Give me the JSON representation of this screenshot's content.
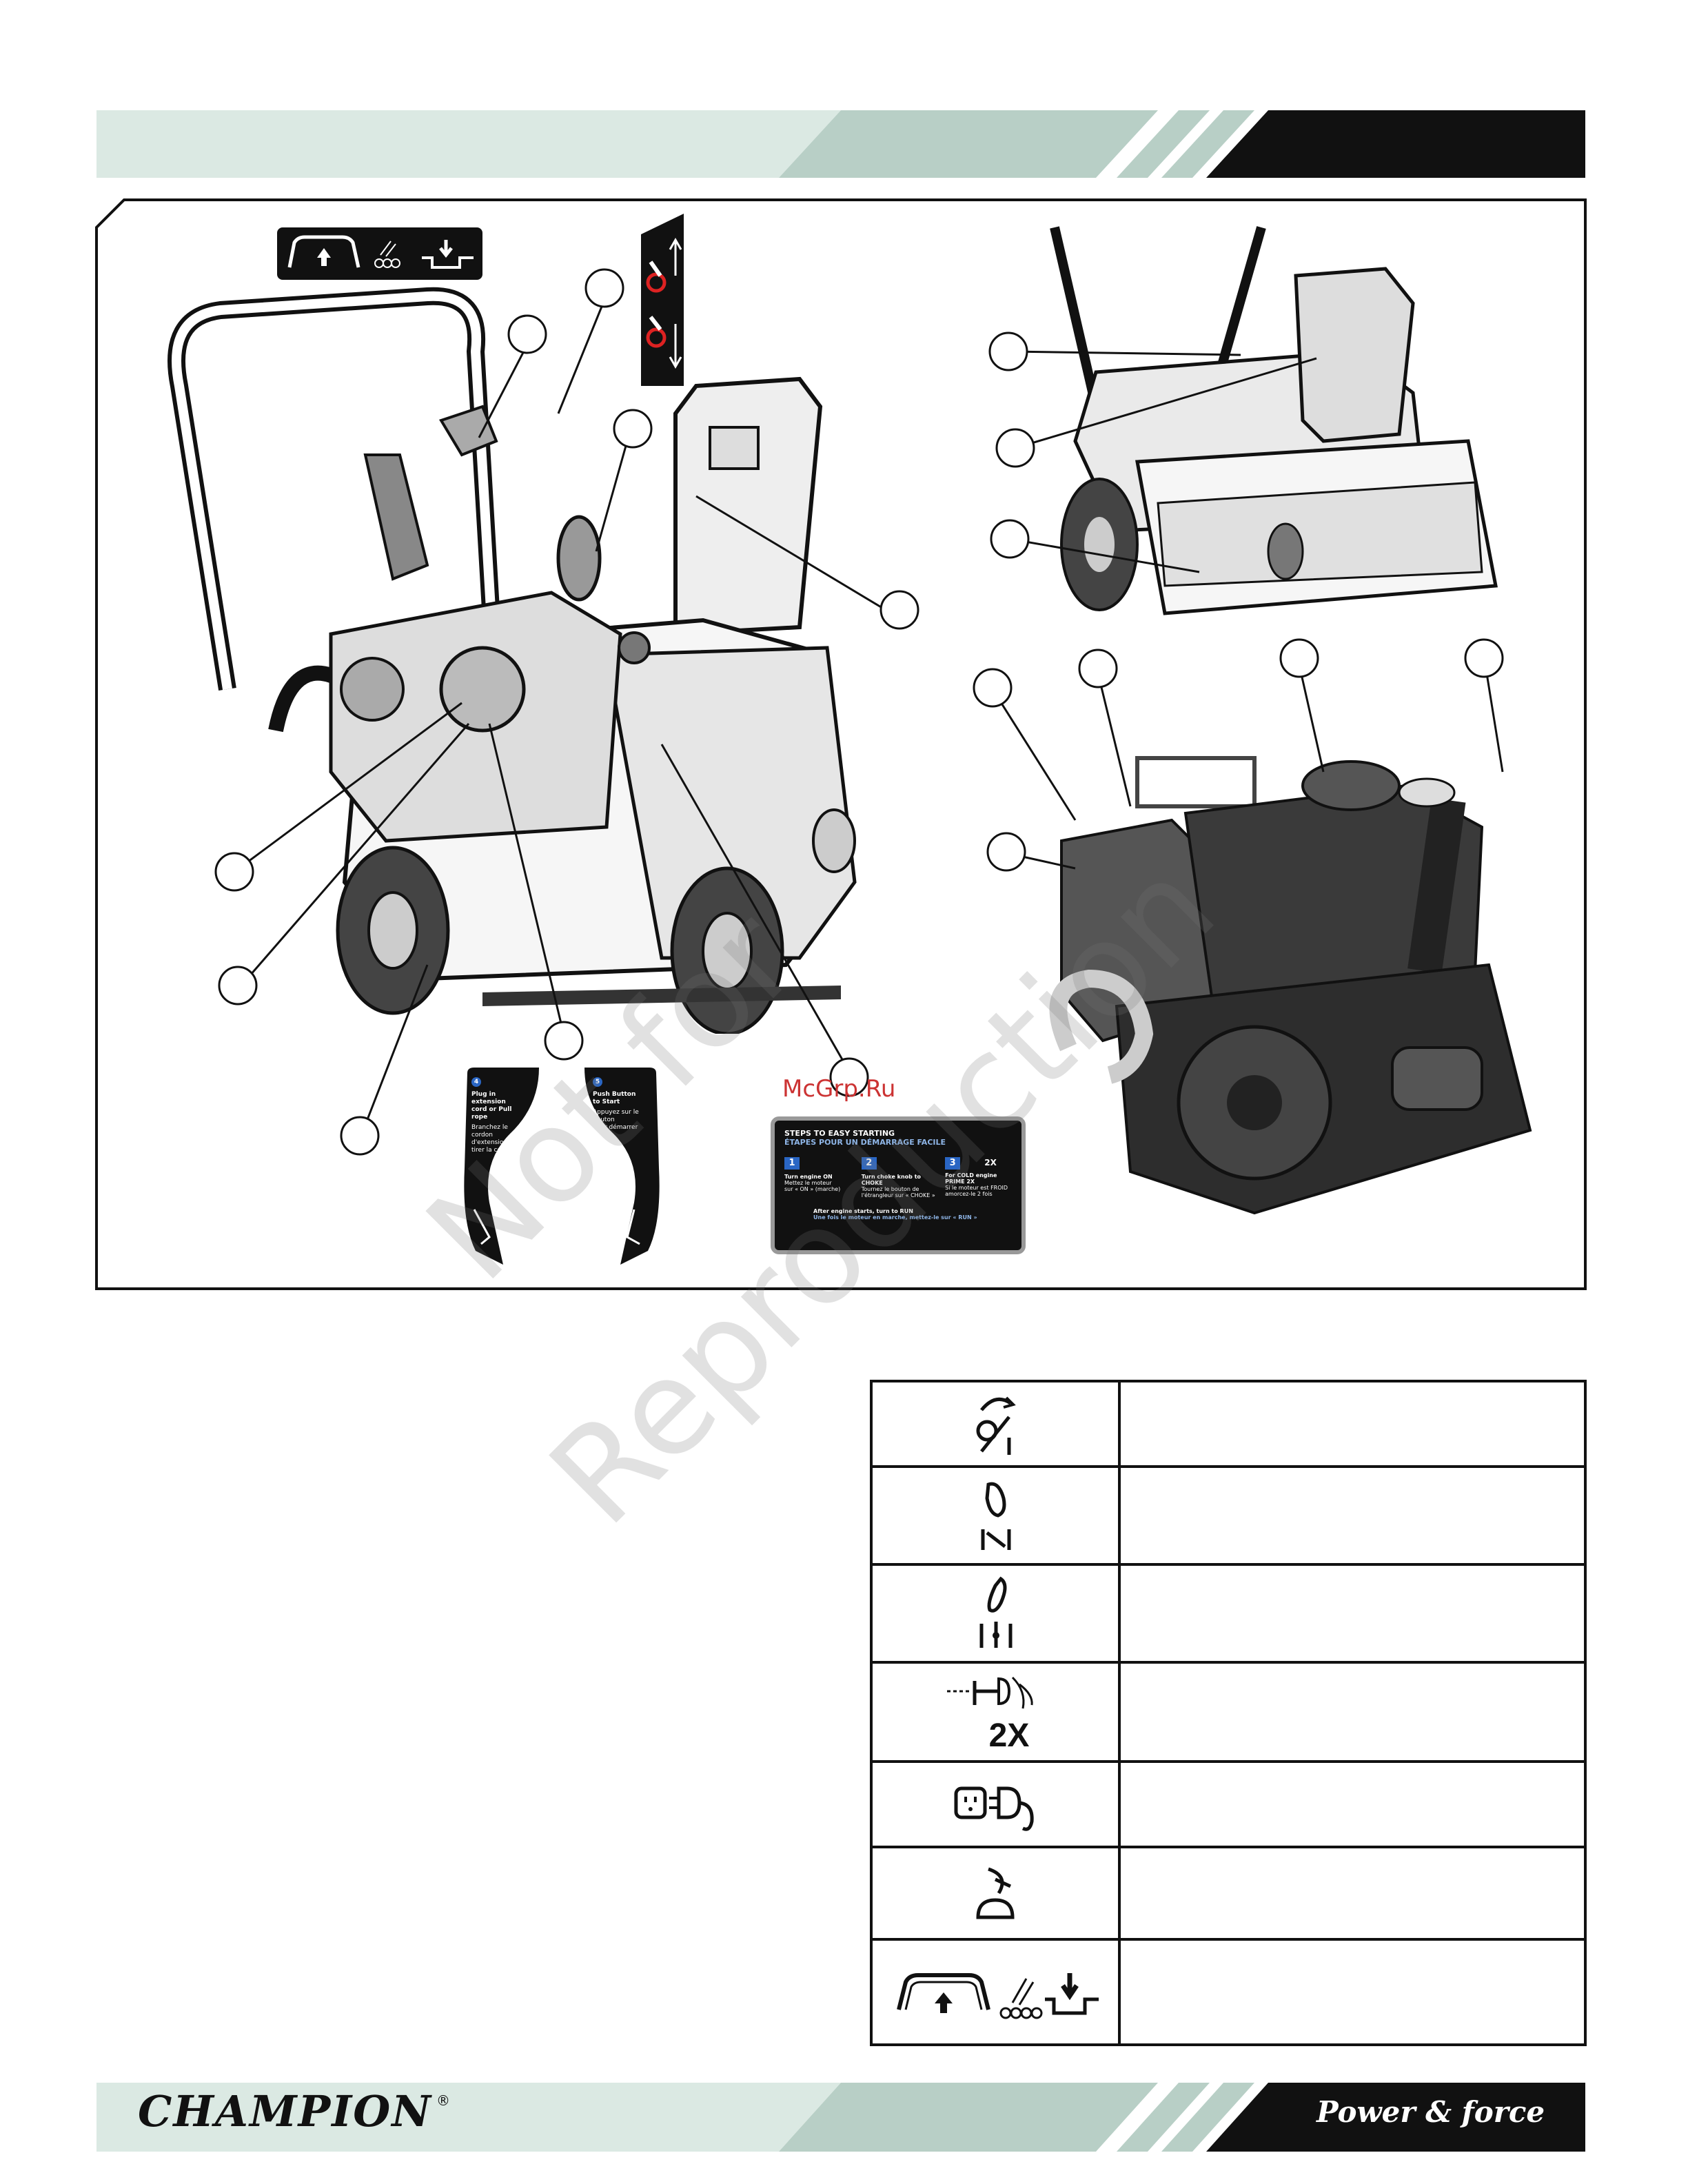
{
  "header": {
    "colors": {
      "light_band": "#dbe9e3",
      "mid_band": "#b8cfc6",
      "dark_band": "#111111"
    }
  },
  "watermark": {
    "site": "McGrp.Ru",
    "line1": "Not for",
    "line2": "Reproduction"
  },
  "diagram": {
    "top_decal_icons": [
      "handle-icon",
      "auger-icon",
      "engage-icon"
    ],
    "choke_decal_icons": [
      "choke-up-arrow-icon",
      "choke-down-arrow-icon"
    ],
    "left_start_decal": {
      "step_number": "4",
      "lines": [
        "Plug in extension",
        "cord or Pull rope",
        "Branchez le cordon",
        "d'extension ou",
        "tirer la corde"
      ]
    },
    "right_start_decal": {
      "step_number": "5",
      "lines": [
        "Push Button",
        "to Start",
        "Appuyez sur le bouton",
        "pour démarrer"
      ]
    },
    "easy_start_decal": {
      "title_en": "STEPS TO EASY STARTING",
      "title_fr": "ÉTAPES POUR UN DÉMARRAGE FACILE",
      "steps": [
        {
          "num": "1",
          "line1": "Turn engine ON",
          "line2": "Mettez le moteur",
          "line3": "sur « ON » (marche)"
        },
        {
          "num": "2",
          "line1": "Turn choke knob to CHOKE",
          "line2": "Tournez le bouton de",
          "line3": "l'étrangleur sur « CHOKE »"
        },
        {
          "num": "3",
          "line1": "For COLD engine",
          "line2": "PRIME 2X",
          "line3": "Si le moteur est FROID",
          "line4": "amorcez-le 2 fois"
        }
      ],
      "prime_badge": "2X",
      "footer_en": "After engine starts, turn to RUN",
      "footer_fr": "Une fois le moteur en marche, mettez-le sur « RUN »"
    }
  },
  "symbols": {
    "rows": [
      {
        "icon": "ignition-on-off-icon",
        "text": ""
      },
      {
        "icon": "choke-icon",
        "text": ""
      },
      {
        "icon": "run-icon",
        "text": ""
      },
      {
        "icon": "primer-icon",
        "text": "2X"
      },
      {
        "icon": "electric-plug-icon",
        "text": ""
      },
      {
        "icon": "push-button-icon",
        "text": ""
      },
      {
        "icon": "auger-control-icon",
        "text": ""
      }
    ]
  },
  "footer": {
    "brand": "CHAMPION",
    "registered": "®",
    "slogan": "Power & force"
  }
}
